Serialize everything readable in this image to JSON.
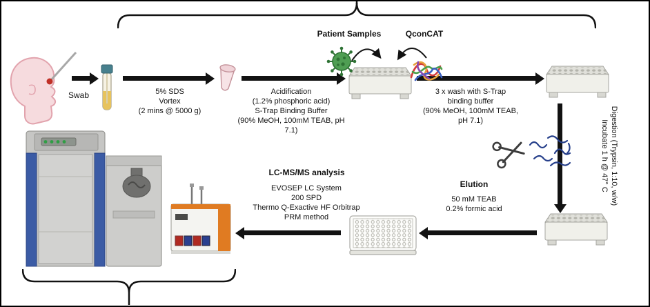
{
  "workflow": {
    "swab_label": "Swab",
    "sds_step": "5% SDS\nVortex\n(2 mins @ 5000 g)",
    "acidification_step": "Acidification\n(1.2% phosphoric acid)\nS-Trap Binding Buffer\n(90% MeOH, 100mM TEAB, pH\n7.1)",
    "patient_samples_label": "Patient Samples",
    "qconcat_label": "QconCAT",
    "wash_step": "3 x wash with S-Trap\nbinding buffer\n(90% MeOH, 100mM TEAB,\npH 7.1)",
    "digestion_step": "Digestion (Trypsin, 1:10, w/w)\nIncubate 1 h @ 47° C",
    "elution_title": "Elution",
    "elution_step": "50 mM TEAB\n0.2% formic acid",
    "lcms_title": "LC-MS/MS analysis",
    "lcms_step": "EVOSEP LC System\n200 SPD\nThermo Q-Exactive HF Orbitrap\nPRM method"
  },
  "colors": {
    "arrow_black": "#121212",
    "virus_green": "#4f9e53",
    "virus_green_dark": "#2e7234",
    "peptide_blue": "#27408b",
    "instrument_blue": "#3b5ba5",
    "lc_orange": "#e07b22",
    "tube_cap_teal": "#47808d",
    "swab_tip_red": "#c03027",
    "skin_pink": "#f6dbde",
    "skin_outline": "#e2a3ad",
    "plate_gray": "#e0e0da"
  }
}
